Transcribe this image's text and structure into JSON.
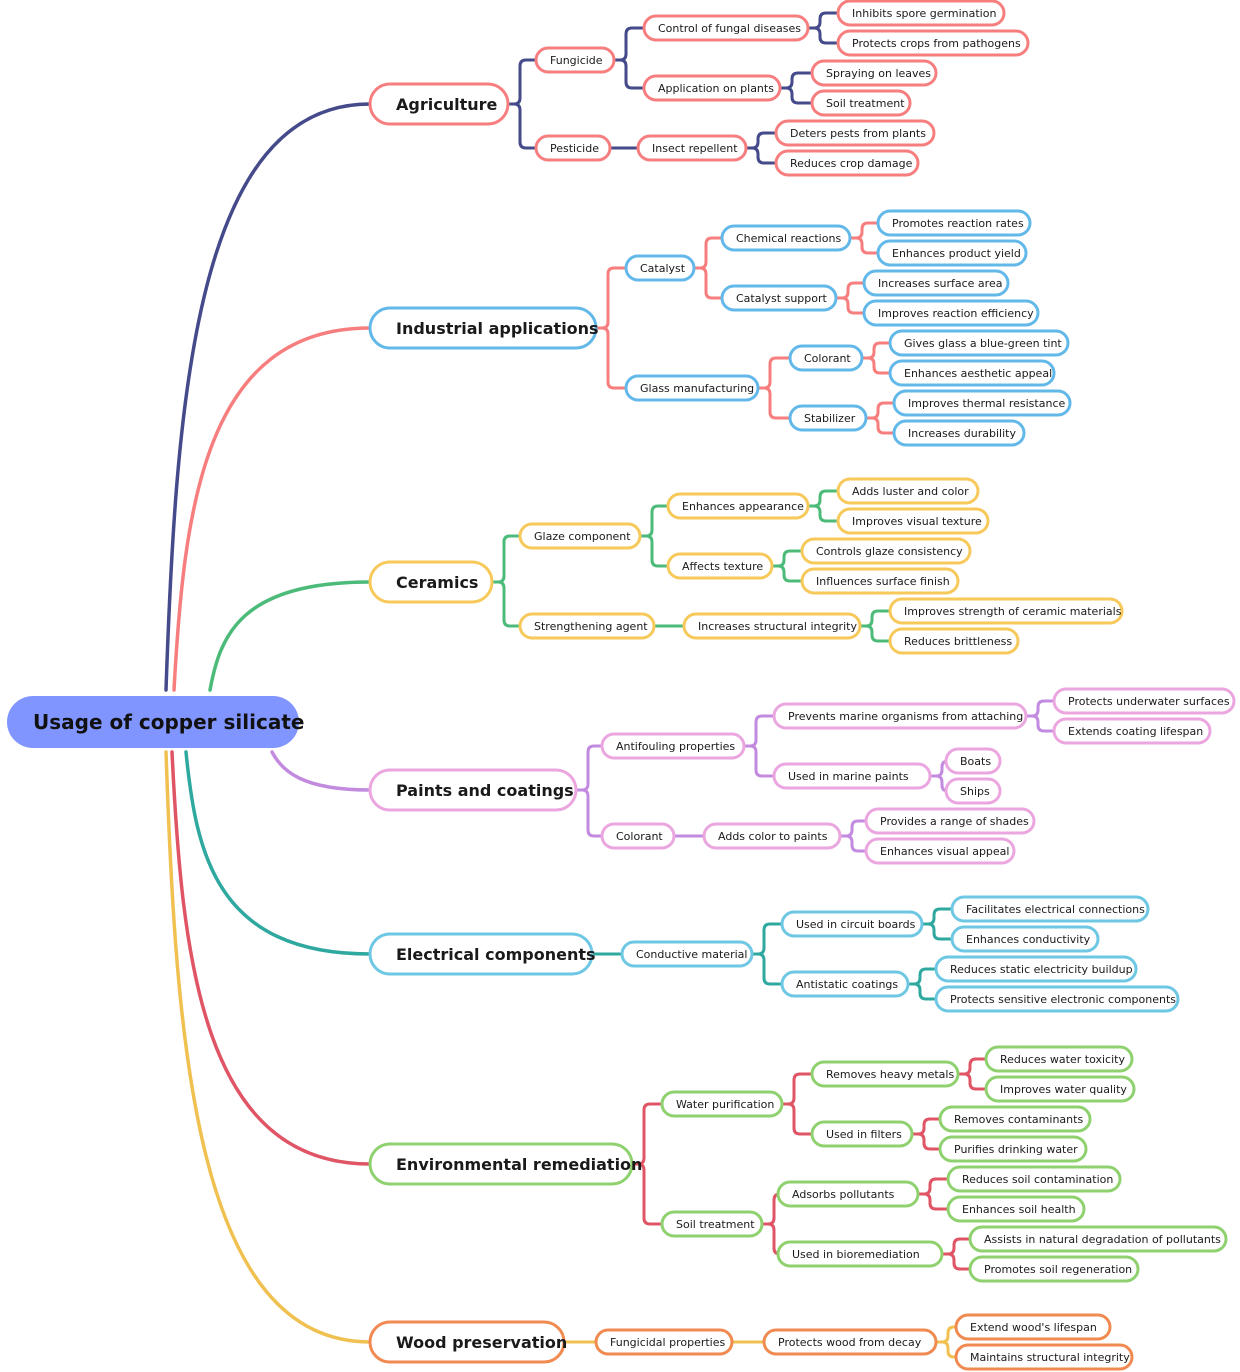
{
  "root": {
    "label": "Usage of copper silicate",
    "fill": "#8095ff"
  },
  "branches": [
    {
      "label": "Agriculture",
      "border": "#f77e7e",
      "connector": "#444a8a",
      "children": [
        {
          "label": "Fungicide",
          "children": [
            {
              "label": "Control of fungal diseases",
              "children": [
                {
                  "label": "Inhibits spore germination"
                },
                {
                  "label": "Protects crops from pathogens"
                }
              ]
            },
            {
              "label": "Application on plants",
              "children": [
                {
                  "label": "Spraying on leaves"
                },
                {
                  "label": "Soil treatment"
                }
              ]
            }
          ]
        },
        {
          "label": "Pesticide",
          "children": [
            {
              "label": "Insect repellent",
              "children": [
                {
                  "label": "Deters pests from plants"
                },
                {
                  "label": "Reduces crop damage"
                }
              ]
            }
          ]
        }
      ]
    },
    {
      "label": "Industrial applications",
      "border": "#62b8e8",
      "connector": "#f77e7e",
      "children": [
        {
          "label": "Catalyst",
          "children": [
            {
              "label": "Chemical reactions",
              "children": [
                {
                  "label": "Promotes reaction rates"
                },
                {
                  "label": "Enhances product yield"
                }
              ]
            },
            {
              "label": "Catalyst support",
              "children": [
                {
                  "label": "Increases surface area"
                },
                {
                  "label": "Improves reaction efficiency"
                }
              ]
            }
          ]
        },
        {
          "label": "Glass manufacturing",
          "children": [
            {
              "label": "Colorant",
              "children": [
                {
                  "label": "Gives glass a blue-green tint"
                },
                {
                  "label": "Enhances aesthetic appeal"
                }
              ]
            },
            {
              "label": "Stabilizer",
              "children": [
                {
                  "label": "Improves thermal resistance"
                },
                {
                  "label": "Increases durability"
                }
              ]
            }
          ]
        }
      ]
    },
    {
      "label": "Ceramics",
      "border": "#f7c95a",
      "connector": "#4cbb7a",
      "children": [
        {
          "label": "Glaze component",
          "children": [
            {
              "label": "Enhances appearance",
              "children": [
                {
                  "label": "Adds luster and color"
                },
                {
                  "label": "Improves visual texture"
                }
              ]
            },
            {
              "label": "Affects texture",
              "children": [
                {
                  "label": "Controls glaze consistency"
                },
                {
                  "label": "Influences surface finish"
                }
              ]
            }
          ]
        },
        {
          "label": "Strengthening agent",
          "children": [
            {
              "label": "Increases structural integrity",
              "children": [
                {
                  "label": "Improves strength of ceramic materials"
                },
                {
                  "label": "Reduces brittleness"
                }
              ]
            }
          ]
        }
      ]
    },
    {
      "label": "Paints and coatings",
      "border": "#eba6df",
      "connector": "#c28be0",
      "children": [
        {
          "label": "Antifouling properties",
          "children": [
            {
              "label": "Prevents marine organisms from attaching",
              "children": [
                {
                  "label": "Protects underwater surfaces"
                },
                {
                  "label": "Extends coating lifespan"
                }
              ]
            },
            {
              "label": "Used in marine paints",
              "children": [
                {
                  "label": "Boats"
                },
                {
                  "label": "Ships"
                }
              ]
            }
          ]
        },
        {
          "label": "Colorant",
          "children": [
            {
              "label": "Adds color to paints",
              "children": [
                {
                  "label": "Provides a range of shades"
                },
                {
                  "label": "Enhances visual appeal"
                }
              ]
            }
          ]
        }
      ]
    },
    {
      "label": "Electrical components",
      "border": "#6ec7e3",
      "connector": "#2fa8a0",
      "children": [
        {
          "label": "Conductive material",
          "children": [
            {
              "label": "Used in circuit boards",
              "children": [
                {
                  "label": "Facilitates electrical connections"
                },
                {
                  "label": "Enhances conductivity"
                }
              ]
            },
            {
              "label": "Antistatic coatings",
              "children": [
                {
                  "label": "Reduces static electricity buildup"
                },
                {
                  "label": "Protects sensitive electronic components"
                }
              ]
            }
          ]
        }
      ]
    },
    {
      "label": "Environmental remediation",
      "border": "#8fd16f",
      "connector": "#e05566",
      "children": [
        {
          "label": "Water purification",
          "children": [
            {
              "label": "Removes heavy metals",
              "children": [
                {
                  "label": "Reduces water toxicity"
                },
                {
                  "label": "Improves water quality"
                }
              ]
            },
            {
              "label": "Used in filters",
              "children": [
                {
                  "label": "Removes contaminants"
                },
                {
                  "label": "Purifies drinking water"
                }
              ]
            }
          ]
        },
        {
          "label": "Soil treatment",
          "children": [
            {
              "label": "Adsorbs pollutants",
              "children": [
                {
                  "label": "Reduces soil contamination"
                },
                {
                  "label": "Enhances soil health"
                }
              ]
            },
            {
              "label": "Used in bioremediation",
              "children": [
                {
                  "label": "Assists in natural degradation of pollutants"
                },
                {
                  "label": "Promotes soil regeneration"
                }
              ]
            }
          ]
        }
      ]
    },
    {
      "label": "Wood preservation",
      "border": "#f08a50",
      "connector": "#f0c050",
      "children": [
        {
          "label": "Fungicidal properties",
          "children": [
            {
              "label": "Protects wood from decay",
              "children": [
                {
                  "label": "Extend wood's lifespan"
                },
                {
                  "label": "Maintains structural integrity"
                }
              ]
            }
          ]
        }
      ]
    }
  ]
}
